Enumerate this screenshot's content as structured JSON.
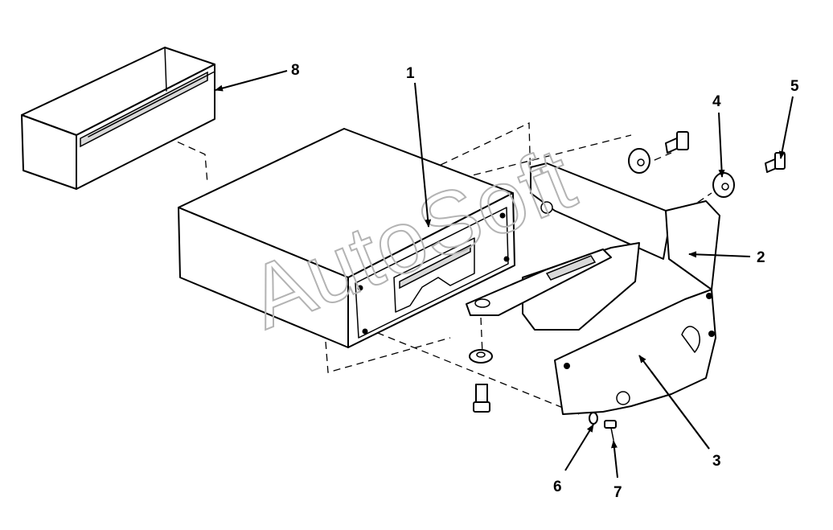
{
  "callouts": [
    {
      "id": "1",
      "text": "1"
    },
    {
      "id": "2",
      "text": "2"
    },
    {
      "id": "3",
      "text": "3"
    },
    {
      "id": "4",
      "text": "4"
    },
    {
      "id": "5",
      "text": "5"
    },
    {
      "id": "6",
      "text": "6"
    },
    {
      "id": "7",
      "text": "7"
    },
    {
      "id": "8",
      "text": "8"
    }
  ],
  "watermark": "AutoSoft",
  "colors": {
    "ink": "#000000",
    "paper": "#ffffff",
    "watermark": "#b3b3b3"
  }
}
